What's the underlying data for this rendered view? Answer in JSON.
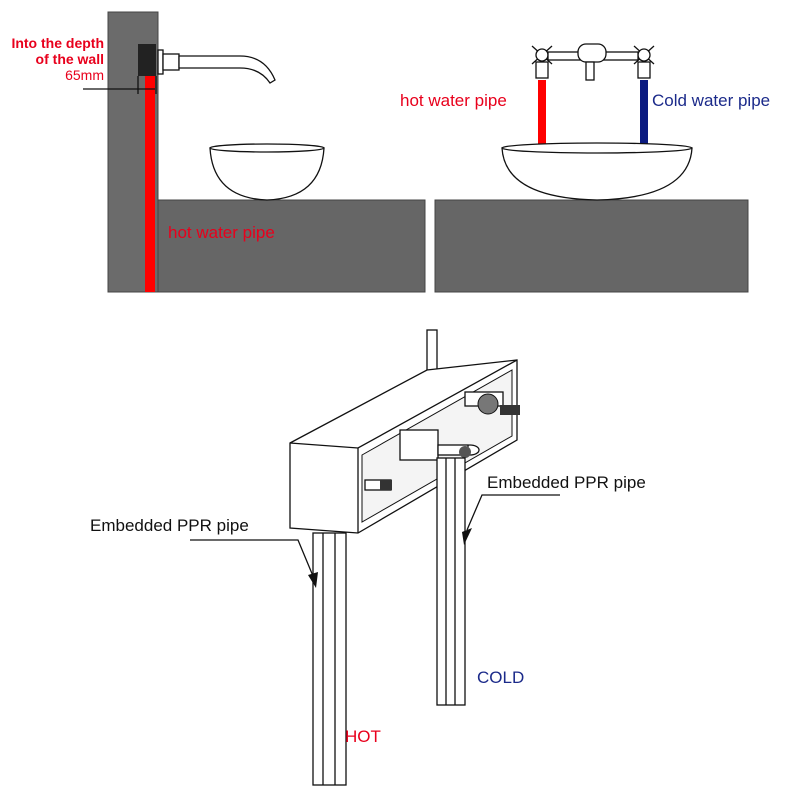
{
  "top_left": {
    "depth_label_line1": "Into the depth",
    "depth_label_line2": "of the wall",
    "depth_value": "65mm",
    "pipe_label": "hot water pipe"
  },
  "top_right": {
    "hot_label": "hot water pipe",
    "cold_label": "Cold water pipe"
  },
  "bottom": {
    "embedded_label_right": "Embedded PPR pipe",
    "embedded_label_left": "Embedded PPR pipe",
    "cold_label": "COLD",
    "hot_label": "HOT"
  },
  "colors": {
    "wall": "#6b6b6b",
    "hot": "#ff0000",
    "cold": "#0a1a80",
    "label_red": "#e8001c",
    "label_navy": "#1b2a8a"
  }
}
